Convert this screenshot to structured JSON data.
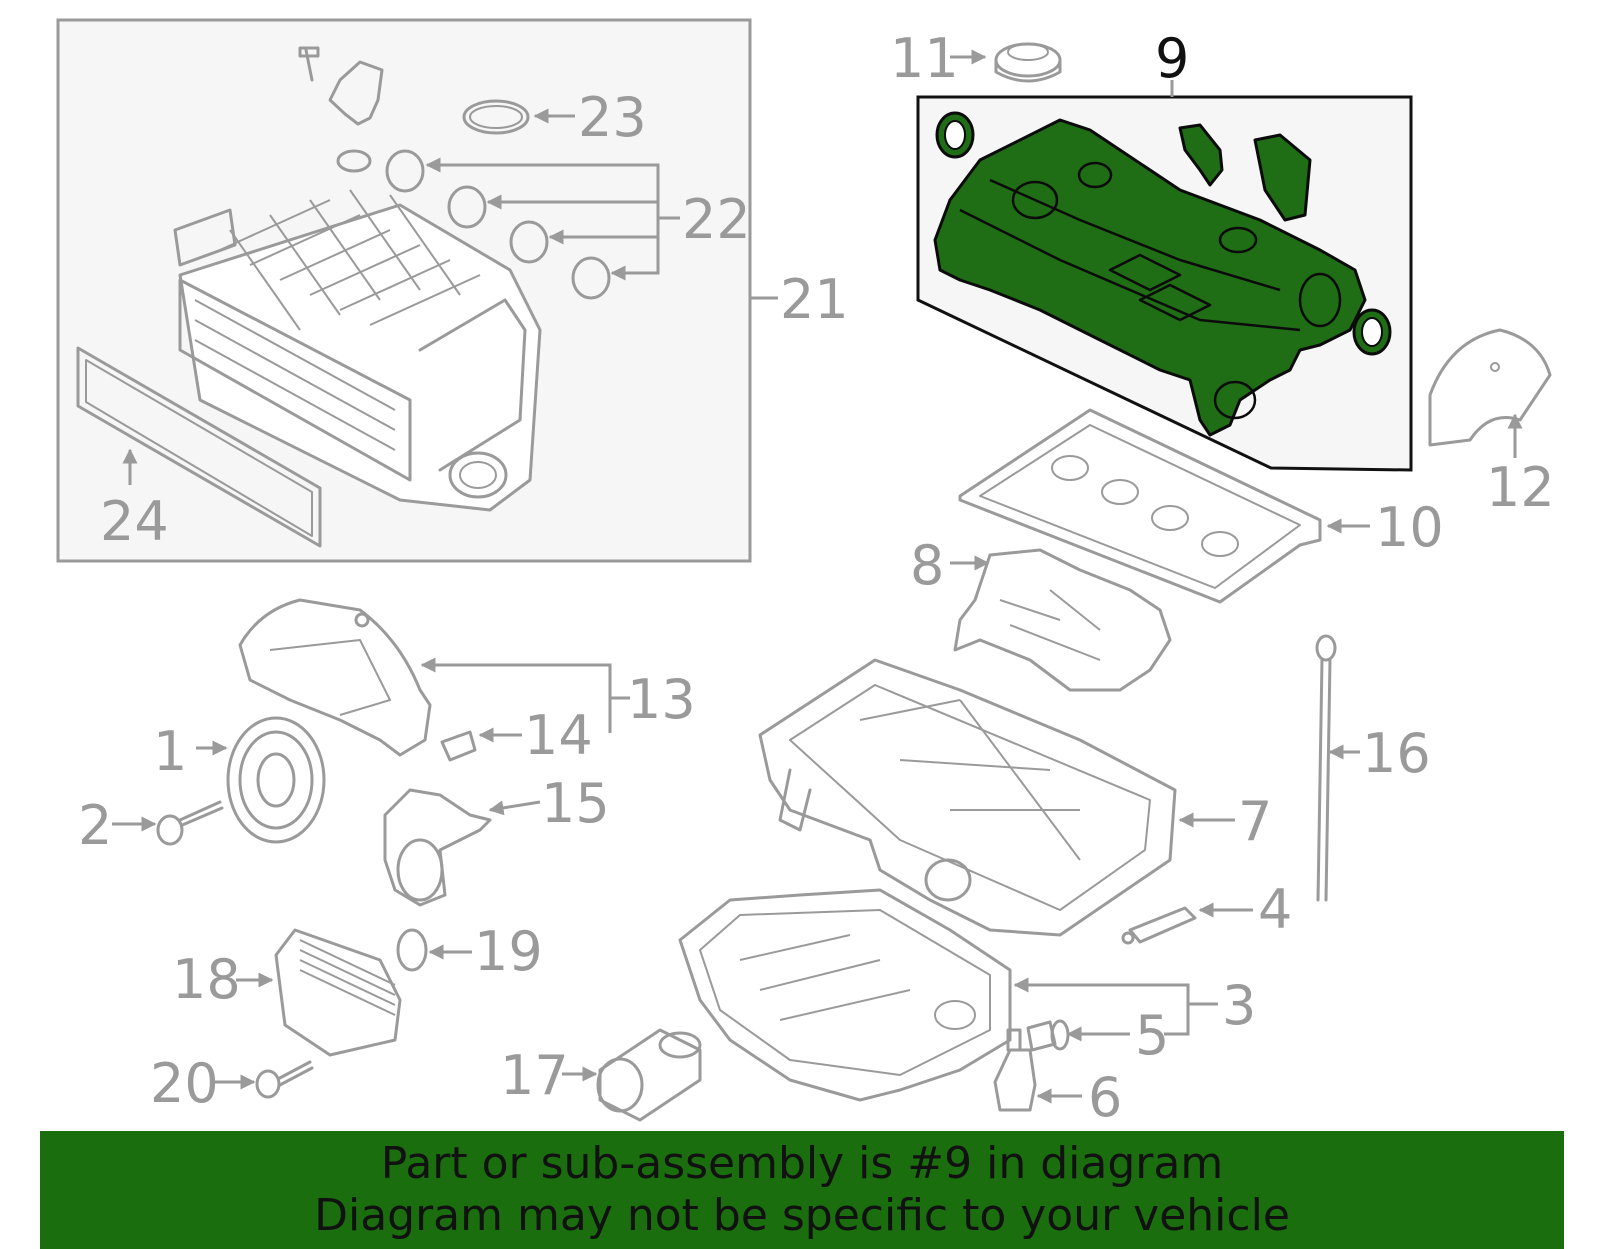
{
  "callouts": {
    "c1": "1",
    "c2": "2",
    "c3": "3",
    "c4": "4",
    "c5": "5",
    "c6": "6",
    "c7": "7",
    "c8": "8",
    "c9": "9",
    "c10": "10",
    "c11": "11",
    "c12": "12",
    "c13": "13",
    "c14": "14",
    "c15": "15",
    "c16": "16",
    "c17": "17",
    "c18": "18",
    "c19": "19",
    "c20": "20",
    "c21": "21",
    "c22": "22",
    "c23": "23",
    "c24": "24"
  },
  "highlighted_part": "9",
  "highlight_color": "#1f6d14",
  "banner": {
    "line1": "Part or sub-assembly is #9 in diagram",
    "line2": "Diagram may not be specific to your vehicle",
    "color": "#1a6e0e"
  }
}
